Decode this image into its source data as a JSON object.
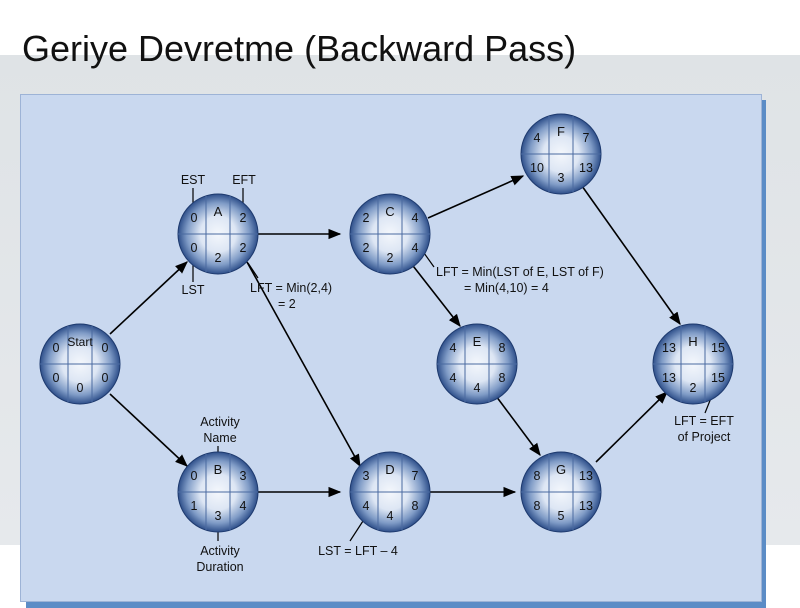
{
  "title": "Geriye Devretme (Backward Pass)",
  "colors": {
    "panel": "#c9d8ef",
    "panel_edge": "#5b8cc6",
    "node_light": "#eef3fb",
    "node_dark": "#2e4f8a"
  },
  "nodes": {
    "start": {
      "name": "Start",
      "est": "0",
      "eft": "0",
      "lst": "0",
      "lft": "0",
      "dur": "0"
    },
    "a": {
      "name": "A",
      "est": "0",
      "eft": "2",
      "lst": "0",
      "lft": "2",
      "dur": "2"
    },
    "b": {
      "name": "B",
      "est": "0",
      "eft": "3",
      "lst": "1",
      "lft": "4",
      "dur": "3"
    },
    "c": {
      "name": "C",
      "est": "2",
      "eft": "4",
      "lst": "2",
      "lft": "4",
      "dur": "2"
    },
    "d": {
      "name": "D",
      "est": "3",
      "eft": "7",
      "lst": "4",
      "lft": "8",
      "dur": "4"
    },
    "e": {
      "name": "E",
      "est": "4",
      "eft": "8",
      "lst": "4",
      "lft": "8",
      "dur": "4"
    },
    "f": {
      "name": "F",
      "est": "4",
      "eft": "7",
      "lst": "10",
      "lft": "13",
      "dur": "3"
    },
    "g": {
      "name": "G",
      "est": "8",
      "eft": "13",
      "lst": "8",
      "lft": "13",
      "dur": "5"
    },
    "h": {
      "name": "H",
      "est": "13",
      "eft": "15",
      "lst": "13",
      "lft": "15",
      "dur": "2"
    }
  },
  "labels": {
    "est": "EST",
    "eft": "EFT",
    "lst": "LST",
    "lft_a_line1": "LFT = Min(2,4)",
    "lft_a_line2": "= 2",
    "lft_c_line1": "LFT = Min(LST of E, LST of F)",
    "lft_c_line2": "= Min(4,10) = 4",
    "activity_name_line1": "Activity",
    "activity_name_line2": "Name",
    "activity_duration_line1": "Activity",
    "activity_duration_line2": "Duration",
    "lst_formula": "LST = LFT – 4",
    "lft_project_line1": "LFT = EFT",
    "lft_project_line2": "of Project"
  }
}
